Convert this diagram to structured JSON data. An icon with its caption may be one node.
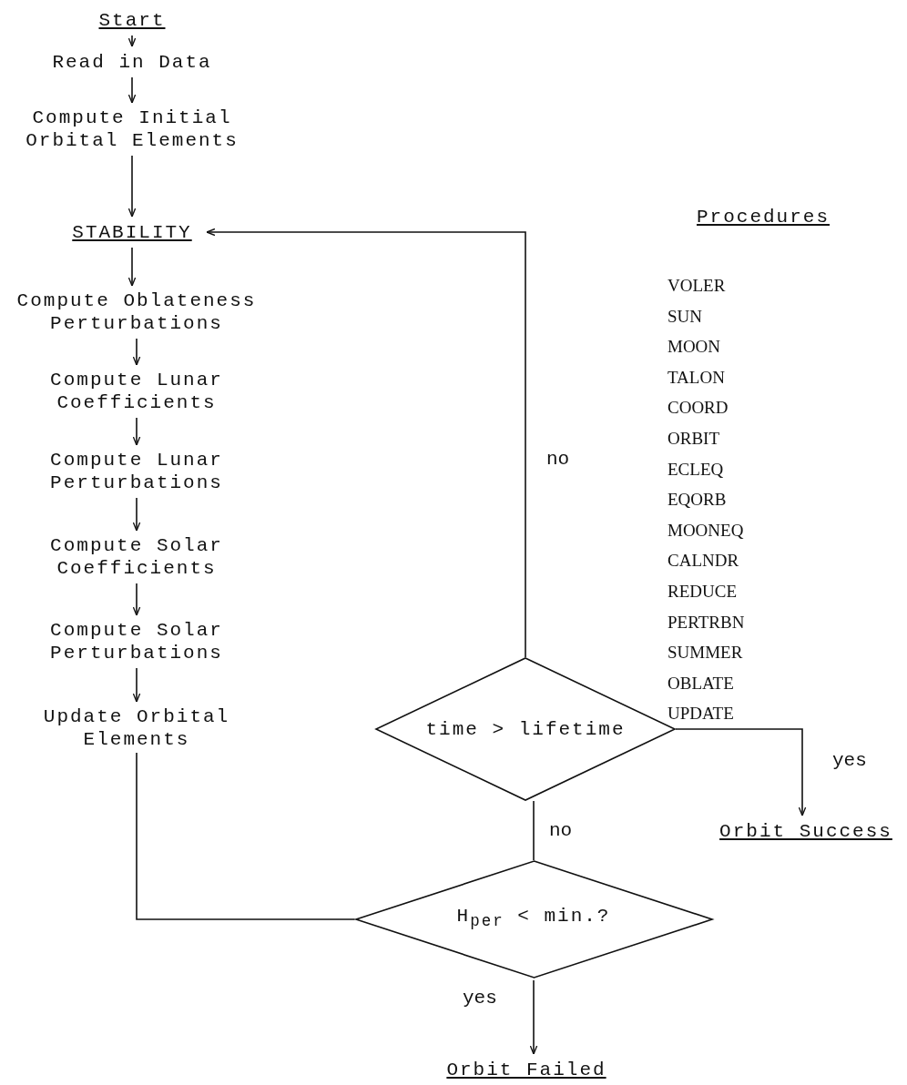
{
  "diagram": {
    "nodes": [
      {
        "text": [
          "Start"
        ]
      },
      {
        "text": [
          "Read in Data"
        ]
      },
      {
        "text": [
          "Compute Initial Orbital Elements"
        ]
      },
      {
        "text": [
          "STABILITY"
        ]
      },
      {
        "text": [
          "Compute Oblateness Perturbations"
        ]
      },
      {
        "text": [
          "Compute Lunar Coefficients"
        ]
      },
      {
        "text": [
          "Compute Lunar Perturbations"
        ]
      },
      {
        "text": [
          "Compute Solar Coefficients"
        ]
      },
      {
        "text": [
          "Compute Solar Perturbations"
        ]
      },
      {
        "text": [
          "Update Orbital Elements"
        ]
      },
      {
        "text": [
          "time > lifetime"
        ]
      },
      {
        "text": [
          "H$_{per}$ < min.?"
        ]
      },
      {
        "text": [
          "Orbit Success"
        ]
      },
      {
        "text": [
          "Orbit Failed"
        ]
      }
    ],
    "edges": [
      {
        "from": 0,
        "to": 1,
        "arrow": "to"
      },
      {
        "from": 1,
        "to": 2,
        "arrow": "to"
      },
      {
        "from": 2,
        "to": 3,
        "arrow": "to"
      },
      {
        "from": 3,
        "to": 4,
        "arrow": "to"
      },
      {
        "from": 4,
        "to": 5,
        "arrow": "to"
      },
      {
        "from": 5,
        "to": 6,
        "arrow": "to"
      },
      {
        "from": 6,
        "to": 7,
        "arrow": "to"
      },
      {
        "from": 7,
        "to": 8,
        "arrow": "to"
      },
      {
        "from": 8,
        "to": 9,
        "arrow": "to"
      },
      {
        "from": 9,
        "to": 11,
        "arrow": "none"
      },
      {
        "from": 11,
        "to": 10,
        "label": "no",
        "arrow": "none"
      },
      {
        "from": 10,
        "to": 3,
        "label": "no",
        "arrow": "to"
      },
      {
        "from": 10,
        "to": 12,
        "label": "yes",
        "arrow": "to"
      },
      {
        "from": 11,
        "to": 13,
        "label": "yes",
        "arrow": "to"
      }
    ],
    "labels": [
      "Procedures",
      "VOLER",
      "SUN",
      "MOON",
      "TALON",
      "COORD",
      "ORBIT",
      "ECLEQ",
      "EQORB",
      "MOONEQ",
      "CALNDR",
      "REDUCE",
      "PERTRBN",
      "SUMMER",
      "OBLATE",
      "UPDATE"
    ]
  }
}
